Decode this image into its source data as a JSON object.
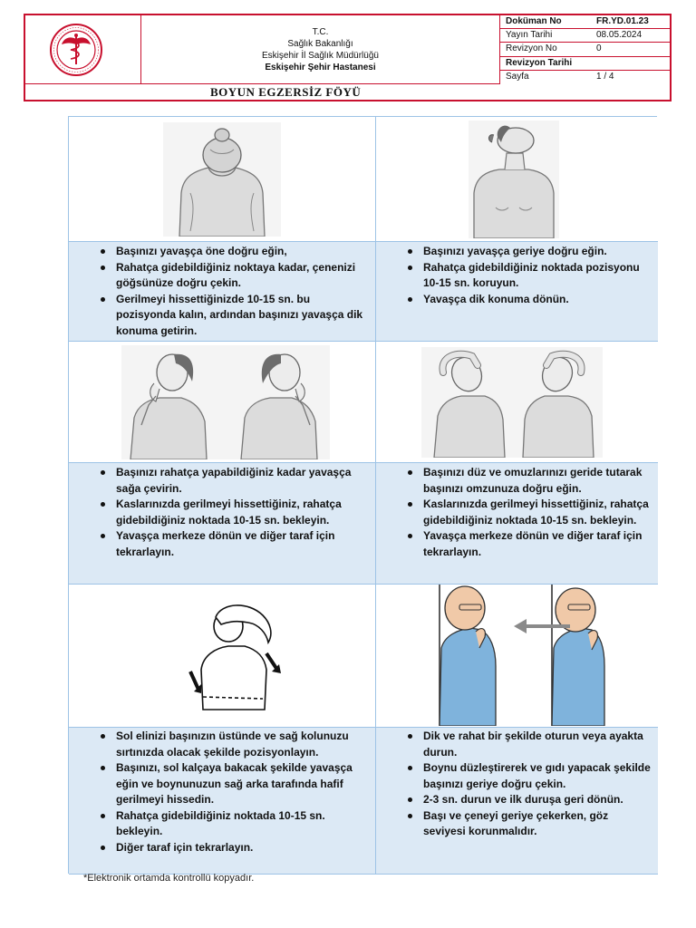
{
  "header": {
    "org_lines": [
      "T.C.",
      "Sağlık Bakanlığı",
      "Eskişehir İl Sağlık Müdürlüğü"
    ],
    "hospital": "Eskişehir Şehir Hastanesi",
    "title": "BOYUN EGZERSİZ FÖYÜ",
    "meta": [
      {
        "label": "Doküman No",
        "value": "FR.YD.01.23",
        "bold": true
      },
      {
        "label": "Yayın Tarihi",
        "value": "08.05.2024",
        "bold": false
      },
      {
        "label": "Revizyon No",
        "value": "0",
        "bold": false
      },
      {
        "label": "Revizyon Tarihi",
        "value": "",
        "bold": true
      },
      {
        "label": "Sayfa",
        "value": "1 / 4",
        "bold": false
      }
    ],
    "logo_color": "#c8102e"
  },
  "exercises": [
    {
      "illustration": "woman-head-forward-bend",
      "steps": [
        "Başınızı yavaşça öne doğru eğin,",
        "Rahatça gidebildiğiniz noktaya kadar, çenenizi göğsünüze doğru çekin.",
        "Gerilmeyi hissettiğinizde 10-15 sn. bu pozisyonda kalın, ardından başınızı yavaşça dik konuma getirin."
      ]
    },
    {
      "illustration": "woman-head-backward-tilt",
      "steps": [
        "Başınızı yavaşça geriye doğru eğin.",
        "Rahatça gidebildiğiniz noktada pozisyonu 10-15 sn. koruyun.",
        "Yavaşça dik konuma dönün."
      ]
    },
    {
      "illustration": "woman-head-rotation",
      "steps": [
        "Başınızı rahatça yapabildiğiniz kadar yavaşça sağa çevirin.",
        "Kaslarınızda gerilmeyi hissettiğiniz, rahatça gidebildiğiniz noktada 10-15 sn. bekleyin.",
        "Yavaşça merkeze dönün ve diğer taraf için tekrarlayın."
      ]
    },
    {
      "illustration": "woman-lateral-neck-stretch",
      "steps": [
        "Başınızı düz ve omuzlarınızı geride tutarak başınızı omzunuza doğru eğin.",
        "Kaslarınızda gerilmeyi hissettiğiniz, rahatça gidebildiğiniz noktada 10-15 sn. bekleyin.",
        "Yavaşça merkeze dönün ve diğer taraf için tekrarlayın."
      ]
    },
    {
      "illustration": "person-hand-on-head-stretch",
      "steps": [
        "Sol elinizi başınızın üstünde ve sağ kolunuzu sırtınızda olacak şekilde pozisyonlayın.",
        "Başınızı, sol kalçaya bakacak şekilde yavaşça eğin ve boynunuzun sağ arka tarafında hafif gerilmeyi hissedin.",
        "Rahatça gidebildiğiniz noktada 10-15 sn. bekleyin.",
        "Diğer taraf için tekrarlayın."
      ]
    },
    {
      "illustration": "man-chin-tuck",
      "steps": [
        "Dik ve rahat bir şekilde oturun veya ayakta durun.",
        "Boynu düzleştirerek ve gıdı yapacak şekilde başınızı geriye doğru çekin.",
        "2-3 sn. durun ve ilk duruşa geri dönün.",
        "Başı ve çeneyi geriye çekerken, göz seviyesi korunmalıdır."
      ]
    }
  ],
  "footnote": "*Elektronik ortamda kontrollü kopyadır."
}
